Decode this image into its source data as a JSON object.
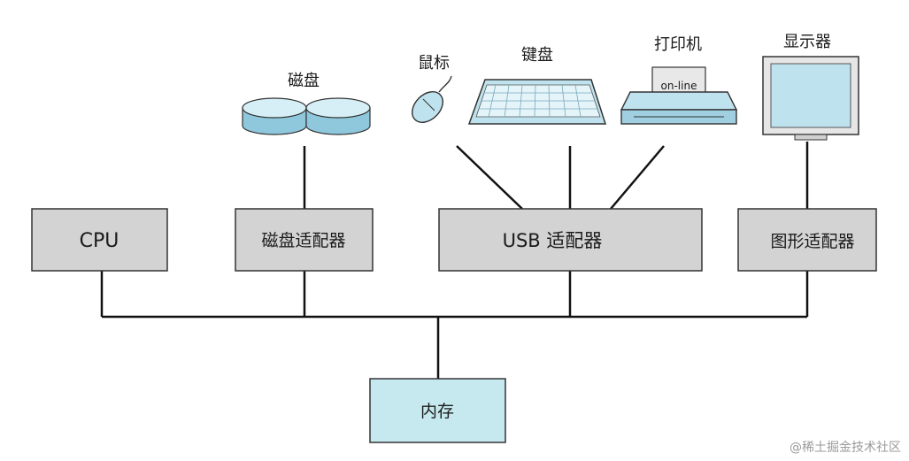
{
  "labels": {
    "disk": "磁盘",
    "mouse": "鼠标",
    "keyboard": "键盘",
    "printer": "打印机",
    "printer_screen": "on-line",
    "monitor": "显示器"
  },
  "boxes": {
    "cpu": "CPU",
    "disk_adapter": "磁盘适配器",
    "usb_adapter": "USB 适配器",
    "graphics_adapter": "图形适配器",
    "memory": "内存"
  },
  "watermark": "@稀土掘金技术社区",
  "colors": {
    "gray_box": "#d3d3d3",
    "memory_box": "#c6e9ef",
    "device_fill": "#bfe3ee",
    "line": "#111111"
  }
}
